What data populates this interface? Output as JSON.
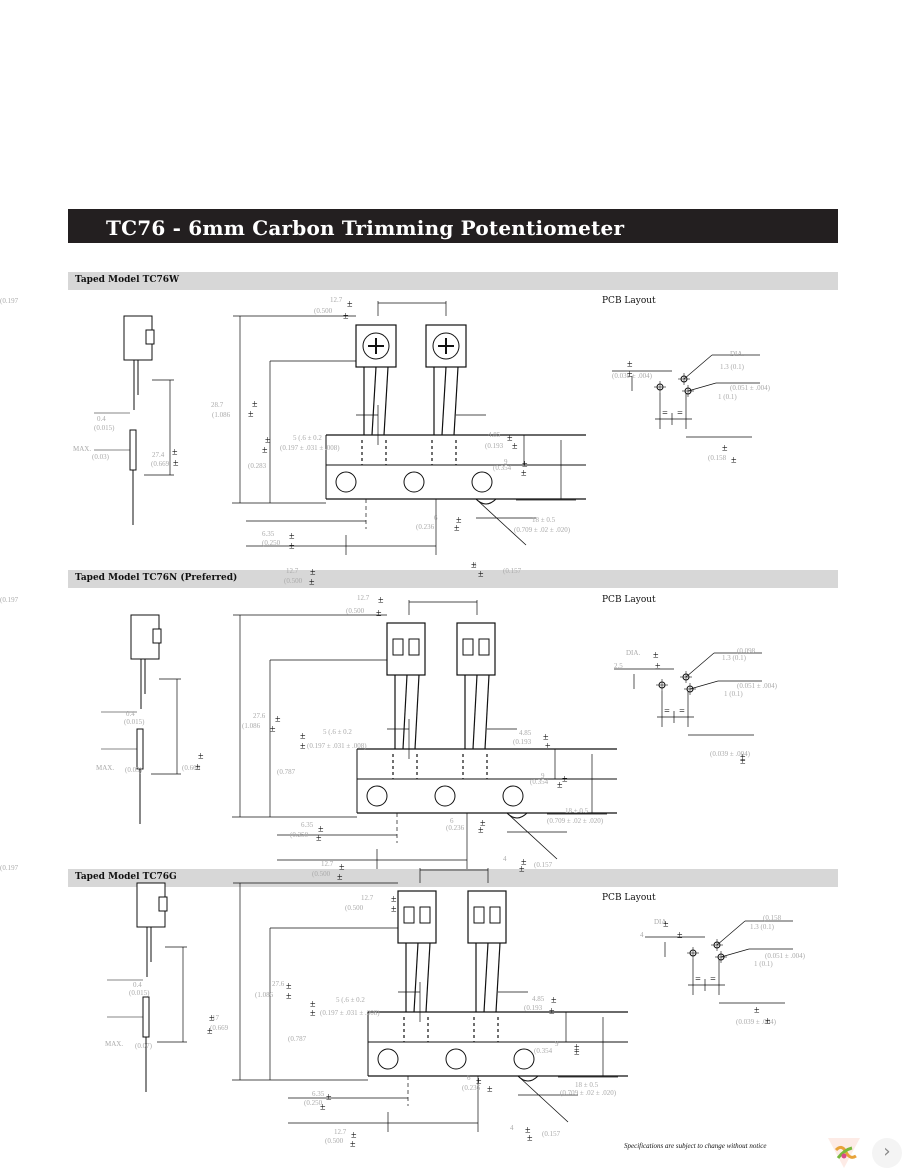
{
  "title": "TC76 - 6mm Carbon Trimming Potentiometer",
  "sections": [
    {
      "heading": "Taped Model TC76W",
      "pcb_label": "PCB Layout",
      "dims": [
        "12.7",
        "(0.500",
        "0.4",
        "(0.015)",
        "MAX.",
        "(0.03)",
        "27.4",
        "(0.669",
        "28.7",
        "(1.086",
        "5 (.6 ± 0.2",
        "(0.197 ± .031 ± .008)",
        "(0.283",
        "6.35",
        "(0.250",
        "12.7",
        "(0.500",
        "4.85",
        "(0.193",
        "9",
        "(0.354",
        "6",
        "(0.236",
        "18 ± 0.5",
        "(0.709 ± .02 ± .020)",
        "4",
        "(0.157",
        "DIA.",
        "1.3 (0.1)",
        "(0.051 ± .004)",
        "1 (0.1)",
        "(0.039 ± .004)",
        "(0.158",
        "(0.197"
      ]
    },
    {
      "heading": "Taped Model TC76N (Preferred)",
      "pcb_label": "PCB Layout",
      "dims": [
        "12.7",
        "(0.500",
        "0.4",
        "(0.015)",
        "MAX.",
        "(0.03)",
        "(0.669",
        "27.6",
        "(1.086",
        "5 (.6 ± 0.2",
        "(0.197 ± .031 ± .008)",
        "(0.787",
        "6.35",
        "(0.250",
        "12.7",
        "(0.500",
        "4.85",
        "(0.193",
        "9",
        "(0.354",
        "6",
        "(0.236",
        "18 ± 0.5",
        "(0.709 ± .02 ± .020)",
        "4",
        "(0.157",
        "DIA.",
        "2.5",
        "(0.098",
        "1.3 (0.1)",
        "(0.051 ± .004)",
        "1 (0.1)",
        "(0.039 ± .004)",
        "(0.197"
      ]
    },
    {
      "heading": "Taped Model TC76G",
      "pcb_label": "PCB Layout",
      "dims": [
        "12.7",
        "(0.500",
        "0.4",
        "(0.015)",
        "MAX.",
        "(0.07)",
        "17",
        "(0.669",
        "27.6",
        "(1.086",
        "5 (.6 ± 0.2",
        "(0.197 ± .031 ± .008)",
        "(0.787",
        "6.35",
        "(0.250",
        "12.7",
        "(0.500",
        "4.85",
        "(0.193",
        "9",
        "(0.354",
        "6",
        "(0.236",
        "18 ± 0.5",
        "(0.709 ± .02 ± .020)",
        "4",
        "(0.157",
        "DIA.",
        "4",
        "(0.158",
        "1.3 (0.1)",
        "(0.051 ± .004)",
        "1 (0.1)",
        "(0.039 ± .004)",
        "(0.197"
      ]
    }
  ],
  "footnote": "Specifications are subject to change without notice",
  "viewer": {
    "next_icon": "chevron-right-icon",
    "logo_icon": "viewer-logo-icon"
  }
}
